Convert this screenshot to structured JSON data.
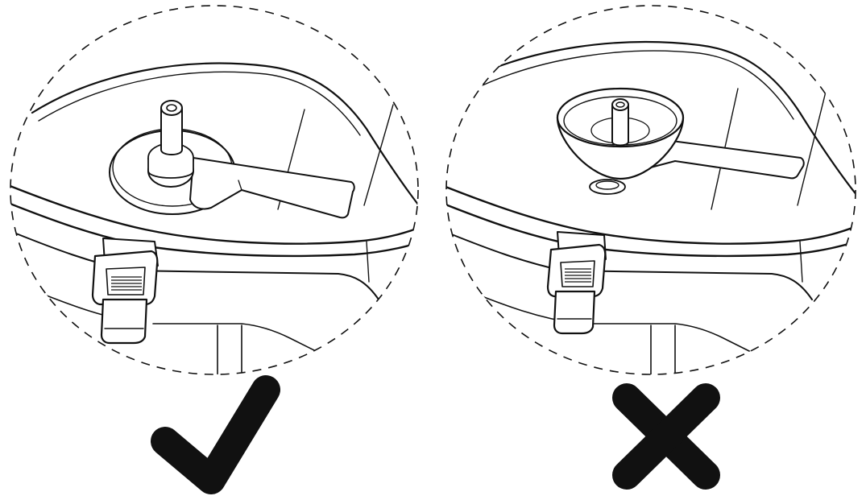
{
  "figures": [
    {
      "id": "correct",
      "verdict_mark": "check-mark-icon",
      "verdict_color": "#111111",
      "depicts": "valve-seated"
    },
    {
      "id": "incorrect",
      "verdict_mark": "cross-mark-icon",
      "verdict_color": "#111111",
      "depicts": "valve-lifted"
    }
  ],
  "colors": {
    "ink": "#111111",
    "background": "#ffffff"
  }
}
